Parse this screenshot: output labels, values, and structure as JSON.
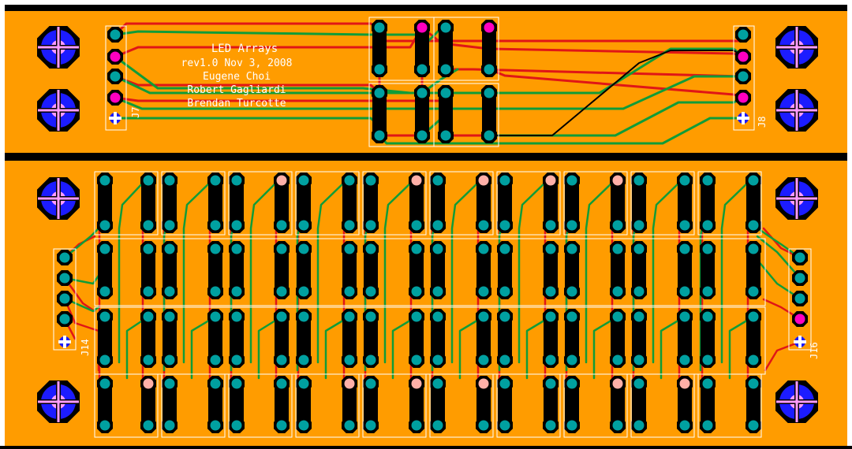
{
  "board": {
    "colors": {
      "board": "#ff9c00",
      "background": "#ffffff",
      "divider": "#000000",
      "trace_top": "#e01616",
      "trace_bottom": "#109c38",
      "pad": "#00a0a0",
      "via": "#ff00c0",
      "silk": "#ffffff",
      "mount_ring": "#1c1cff",
      "mount_inner": "#ff9cff",
      "mount_cross": "#000000"
    },
    "silkscreen": {
      "line1": "LED Arrays",
      "line2": "rev1.0  Nov 3, 2008",
      "line3": "Eugene Choi",
      "line4": "Robert Gagliardi",
      "line5": "Brendan Turcotte"
    },
    "connectors": {
      "j7": "J7",
      "j8": "J8",
      "j14": "J14",
      "j16": "J16"
    }
  }
}
